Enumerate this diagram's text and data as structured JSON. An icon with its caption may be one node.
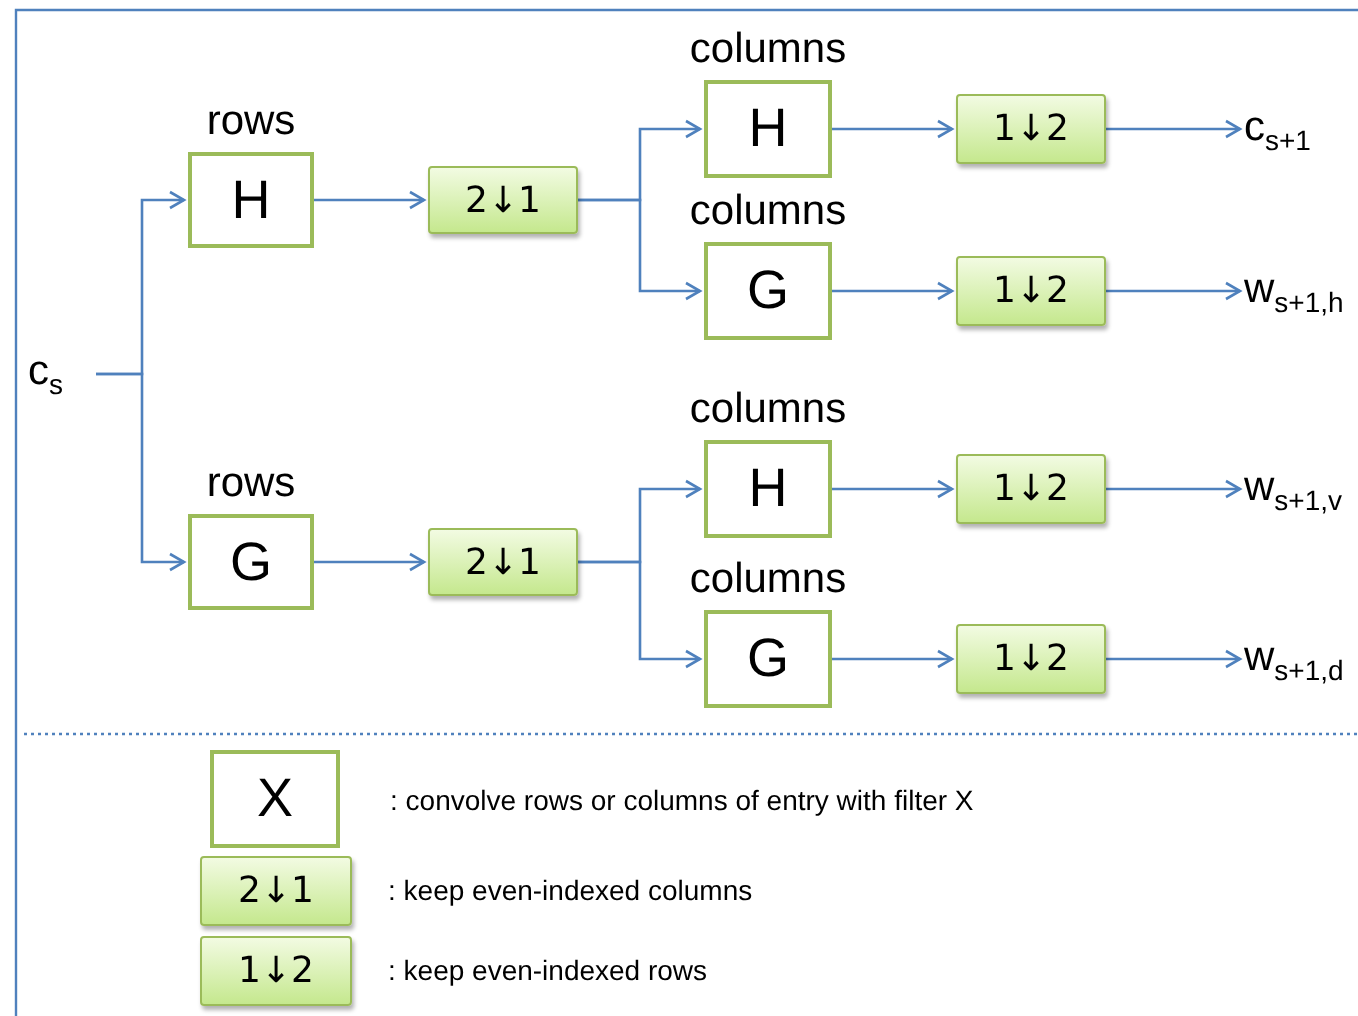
{
  "diagram": {
    "nodes": [
      {
        "text": [
          "c$_{s}$"
        ]
      },
      {
        "text": [
          "rows",
          "H"
        ]
      },
      {
        "text": [
          "rows",
          "G"
        ]
      },
      {
        "text": [
          "2↓1"
        ]
      },
      {
        "text": [
          "2↓1"
        ]
      },
      {
        "text": [
          "columns",
          "H"
        ]
      },
      {
        "text": [
          "columns",
          "G"
        ]
      },
      {
        "text": [
          "columns",
          "H"
        ]
      },
      {
        "text": [
          "columns",
          "G"
        ]
      },
      {
        "text": [
          "1↓2"
        ]
      },
      {
        "text": [
          "1↓2"
        ]
      },
      {
        "text": [
          "1↓2"
        ]
      },
      {
        "text": [
          "1↓2"
        ]
      },
      {
        "text": [
          "c$_{s+1}$"
        ]
      },
      {
        "text": [
          "w$_{s+1,h}$"
        ]
      },
      {
        "text": [
          "w$_{s+1,v}$"
        ]
      },
      {
        "text": [
          "w$_{s+1,d}$"
        ]
      },
      {
        "text": [
          "X"
        ],
        "beside": [
          ": convolve rows or columns of entry with filter X"
        ]
      },
      {
        "text": [
          "2↓1"
        ],
        "beside": [
          ": keep even-indexed columns"
        ]
      },
      {
        "text": [
          "1↓2"
        ],
        "beside": [
          ": keep even-indexed rows"
        ]
      }
    ],
    "edges": [
      {
        "from": 0,
        "to": 1,
        "arrow": "to"
      },
      {
        "from": 0,
        "to": 2,
        "arrow": "to"
      },
      {
        "from": 1,
        "to": 3,
        "arrow": "to"
      },
      {
        "from": 2,
        "to": 4,
        "arrow": "to"
      },
      {
        "from": 3,
        "to": 5,
        "arrow": "to"
      },
      {
        "from": 3,
        "to": 6,
        "arrow": "to"
      },
      {
        "from": 4,
        "to": 7,
        "arrow": "to"
      },
      {
        "from": 4,
        "to": 8,
        "arrow": "to"
      },
      {
        "from": 5,
        "to": 9,
        "arrow": "to"
      },
      {
        "from": 6,
        "to": 10,
        "arrow": "to"
      },
      {
        "from": 7,
        "to": 11,
        "arrow": "to"
      },
      {
        "from": 8,
        "to": 12,
        "arrow": "to"
      },
      {
        "from": 9,
        "to": 13,
        "arrow": "to"
      },
      {
        "from": 10,
        "to": 14,
        "arrow": "to"
      },
      {
        "from": 11,
        "to": 15,
        "arrow": "to"
      },
      {
        "from": 12,
        "to": 16,
        "arrow": "to"
      }
    ]
  }
}
